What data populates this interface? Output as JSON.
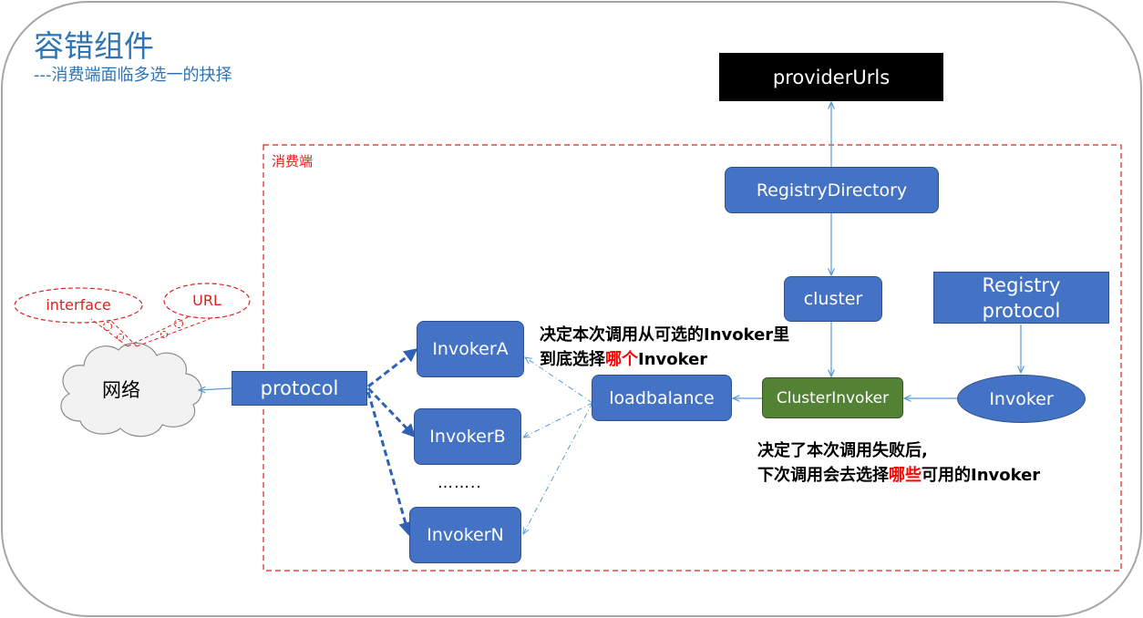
{
  "title": "容错组件",
  "subtitle": "---消费端面临多选一的抉择",
  "consumer_region_label": "消费端",
  "cloud": {
    "label": "网络"
  },
  "bubbles": {
    "interface": "interface",
    "url": "URL"
  },
  "nodes": {
    "provider_urls": "providerUrls",
    "registry_directory": "RegistryDirectory",
    "cluster": "cluster",
    "registry_protocol_line1": "Registry",
    "registry_protocol_line2": "protocol",
    "protocol": "protocol",
    "invoker_a": "InvokerA",
    "invoker_b": "InvokerB",
    "invoker_n": "InvokerN",
    "loadbalance": "loadbalance",
    "cluster_invoker": "ClusterInvoker",
    "invoker": "Invoker",
    "ellipsis": "……..",
    "ellipsis_text": "……"
  },
  "notes": {
    "loadbalance_note": {
      "line1": "决定本次调用从可选的Invoker里",
      "line2_pre": "到底选择",
      "line2_hl": "哪个",
      "line2_post": "Invoker"
    },
    "cluster_note": {
      "line1": "决定了本次调用失败后,",
      "line2_pre": "下次调用会去选择",
      "line2_hl": "哪些",
      "line2_post": "可用的Invoker"
    }
  },
  "colors": {
    "box_blue": "#4472c4",
    "cluster_invoker_green": "#548235",
    "title_blue": "#2e75b6",
    "dashed_red": "#e0201e",
    "connector": "#5b9bd5"
  }
}
